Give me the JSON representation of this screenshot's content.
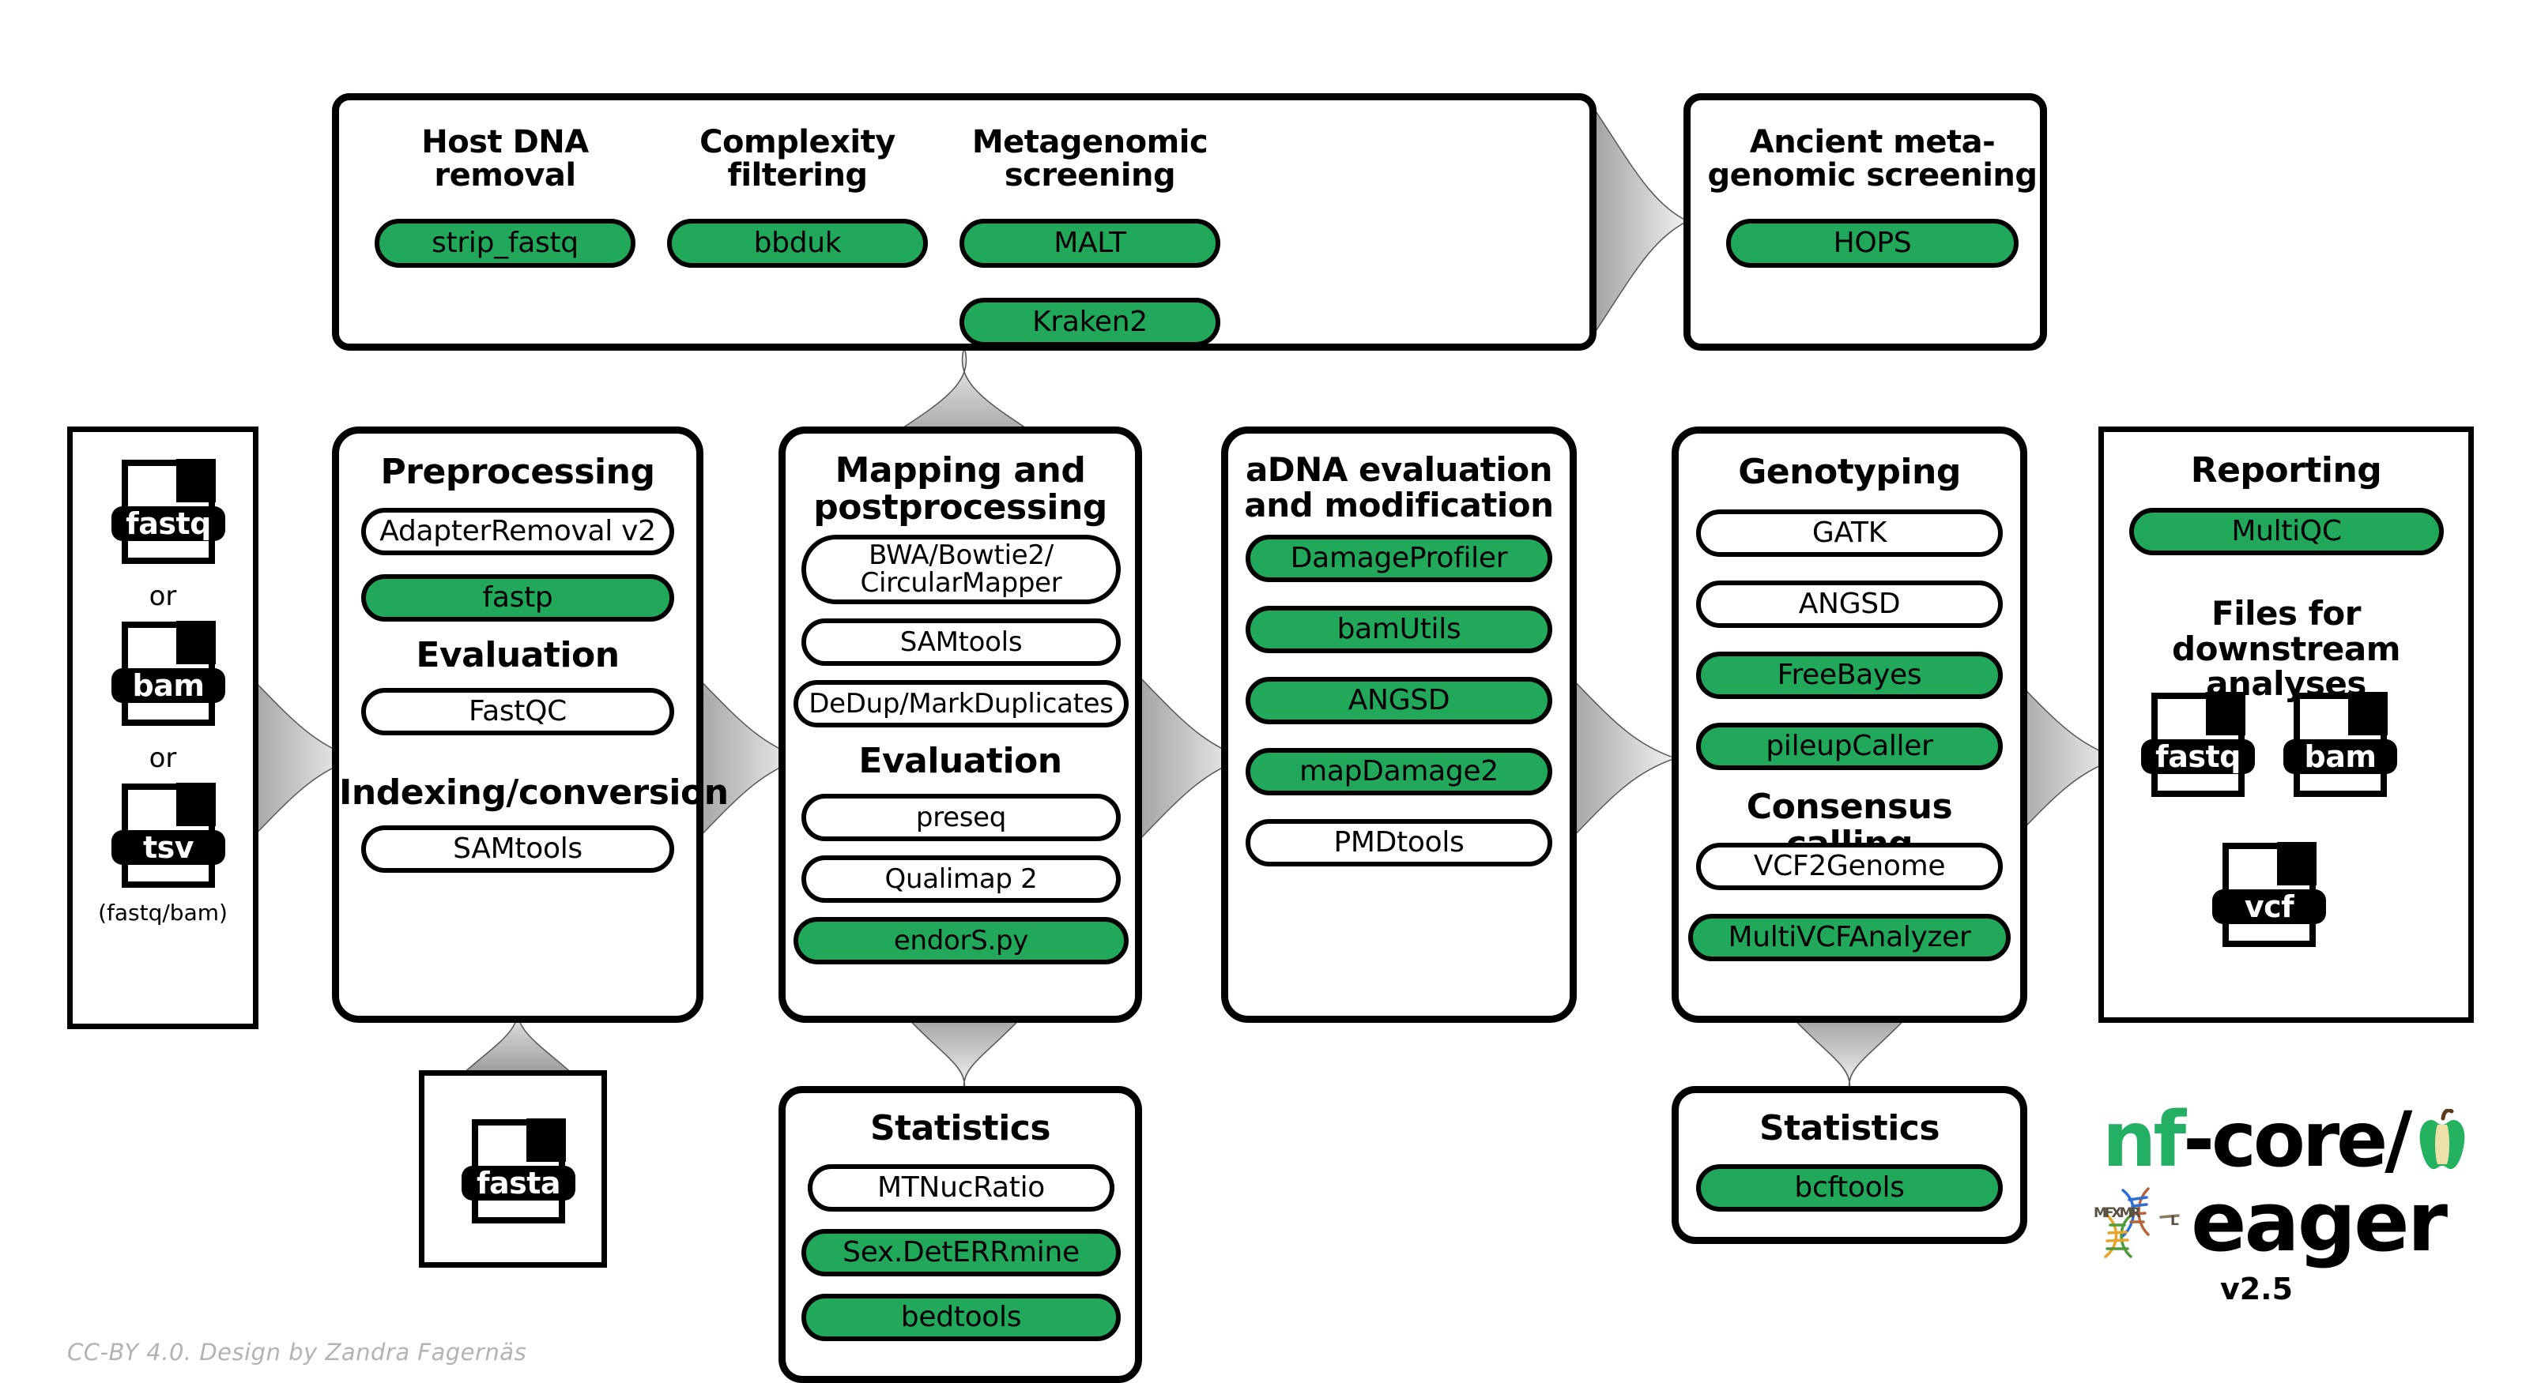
{
  "colors": {
    "green": "#22A85B",
    "black": "#000000",
    "white": "#FFFFFF",
    "credit_gray": "#B3B3B3",
    "nfcore_green": "#24B064"
  },
  "credit": "CC-BY 4.0. Design by Zandra Fagernäs",
  "logo": {
    "nf": "nf",
    "core": "-core/",
    "eager": "eager",
    "version": "v2.5"
  },
  "input_box": {
    "files": [
      "fastq",
      "bam",
      "tsv"
    ],
    "or_1": "or",
    "or_2": "or",
    "tsv_note": "(fastq/bam)"
  },
  "optional_box": {
    "columns": [
      {
        "title": "Host DNA\nremoval",
        "tools": [
          {
            "label": "strip_fastq",
            "green": true
          }
        ]
      },
      {
        "title": "Complexity\nfiltering",
        "tools": [
          {
            "label": "bbduk",
            "green": true
          }
        ]
      },
      {
        "title": "Metagenomic\nscreening",
        "tools": [
          {
            "label": "MALT",
            "green": true
          },
          {
            "label": "Kraken2",
            "green": true
          }
        ]
      }
    ]
  },
  "ancient_screening": {
    "title": "Ancient meta-\ngenomic screening",
    "tools": [
      {
        "label": "HOPS",
        "green": true
      }
    ]
  },
  "preprocessing": {
    "title": "Preprocessing",
    "tools": [
      {
        "label": "AdapterRemoval v2",
        "green": false
      },
      {
        "label": "fastp",
        "green": true
      }
    ],
    "subtitle_1": "Evaluation",
    "tools_2": [
      {
        "label": "FastQC",
        "green": false
      }
    ],
    "subtitle_2": "Indexing/conversion",
    "tools_3": [
      {
        "label": "SAMtools",
        "green": false
      }
    ]
  },
  "reference_file": {
    "label": "fasta"
  },
  "mapping": {
    "title": "Mapping and\npostprocessing",
    "tools": [
      {
        "label": "BWA/Bowtie2/\nCircularMapper",
        "green": false
      },
      {
        "label": "SAMtools",
        "green": false
      },
      {
        "label": "DeDup/MarkDuplicates",
        "green": false
      }
    ],
    "subtitle_1": "Evaluation",
    "tools_2": [
      {
        "label": "preseq",
        "green": false
      },
      {
        "label": "Qualimap 2",
        "green": false
      },
      {
        "label": "endorS.py",
        "green": true
      }
    ]
  },
  "statistics_left": {
    "title": "Statistics",
    "tools": [
      {
        "label": "MTNucRatio",
        "green": false
      },
      {
        "label": "Sex.DetERRmine",
        "green": true
      },
      {
        "label": "bedtools",
        "green": true
      }
    ]
  },
  "adna": {
    "title": "aDNA evaluation\nand modification",
    "tools": [
      {
        "label": "DamageProfiler",
        "green": true
      },
      {
        "label": "bamUtils",
        "green": true
      },
      {
        "label": "ANGSD",
        "green": true
      },
      {
        "label": "mapDamage2",
        "green": true
      },
      {
        "label": "PMDtools",
        "green": false
      }
    ]
  },
  "genotyping": {
    "title": "Genotyping",
    "tools": [
      {
        "label": "GATK",
        "green": false
      },
      {
        "label": "ANGSD",
        "green": false
      },
      {
        "label": "FreeBayes",
        "green": true
      },
      {
        "label": "pileupCaller",
        "green": true
      }
    ],
    "subtitle_1": "Consensus calling",
    "tools_2": [
      {
        "label": "VCF2Genome",
        "green": false
      },
      {
        "label": "MultiVCFAnalyzer",
        "green": true
      }
    ]
  },
  "statistics_right": {
    "title": "Statistics",
    "tools": [
      {
        "label": "bcftools",
        "green": true
      }
    ]
  },
  "reporting": {
    "title": "Reporting",
    "tools": [
      {
        "label": "MultiQC",
        "green": true
      }
    ],
    "subtitle_1": "Files for downstream\nanalyses",
    "files": [
      "fastq",
      "bam",
      "vcf"
    ]
  }
}
